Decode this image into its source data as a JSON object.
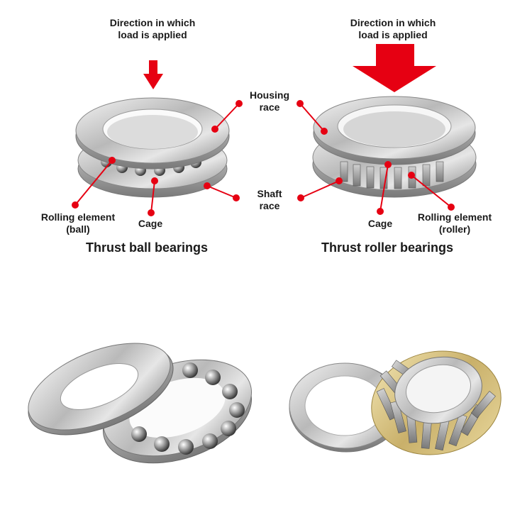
{
  "diagram": {
    "accent_color": "#e60012",
    "left": {
      "title": "Thrust ball bearings",
      "load_label_line1": "Direction in which",
      "load_label_line2": "load is applied",
      "rolling_element_line1": "Rolling element",
      "rolling_element_line2": "(ball)",
      "cage": "Cage"
    },
    "center": {
      "housing_line1": "Housing",
      "housing_line2": "race",
      "shaft_line1": "Shaft",
      "shaft_line2": "race"
    },
    "right": {
      "title": "Thrust roller bearings",
      "load_label_line1": "Direction in which",
      "load_label_line2": "load is applied",
      "rolling_element_line1": "Rolling element",
      "rolling_element_line2": "(roller)",
      "cage": "Cage"
    }
  },
  "photos": {
    "left": "thrust-ball-bearing-photo",
    "right": "thrust-roller-bearing-photo"
  }
}
